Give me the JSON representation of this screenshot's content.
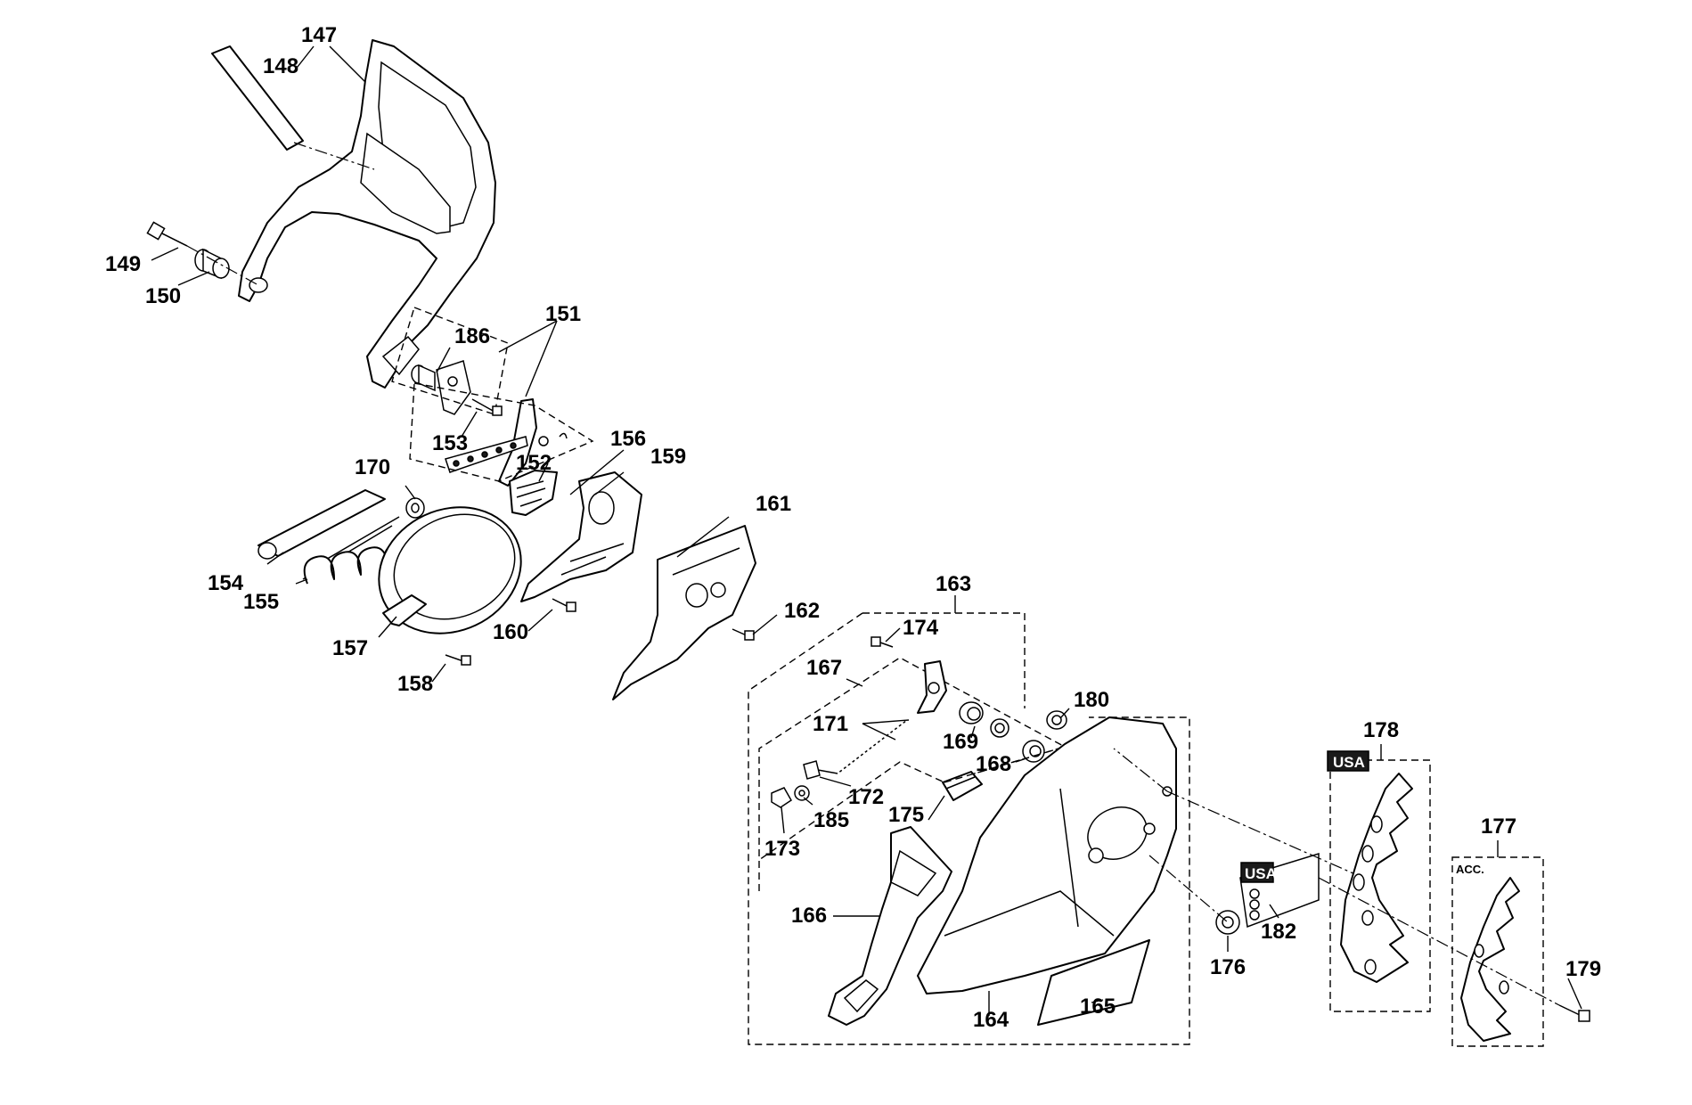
{
  "callouts": {
    "c147": "147",
    "c148": "148",
    "c149": "149",
    "c150": "150",
    "c151": "151",
    "c152": "152",
    "c153": "153",
    "c154": "154",
    "c155": "155",
    "c156": "156",
    "c157": "157",
    "c158": "158",
    "c159": "159",
    "c160": "160",
    "c161": "161",
    "c162": "162",
    "c163": "163",
    "c164": "164",
    "c165": "165",
    "c166": "166",
    "c167": "167",
    "c168": "168",
    "c169": "169",
    "c170": "170",
    "c171": "171",
    "c172": "172",
    "c173": "173",
    "c174": "174",
    "c175": "175",
    "c176": "176",
    "c177": "177",
    "c178": "178",
    "c179": "179",
    "c180": "180",
    "c182": "182",
    "c185": "185",
    "c186": "186"
  },
  "badges": {
    "usa_178": "USA",
    "usa_182": "USA",
    "acc_177": "ACC."
  }
}
